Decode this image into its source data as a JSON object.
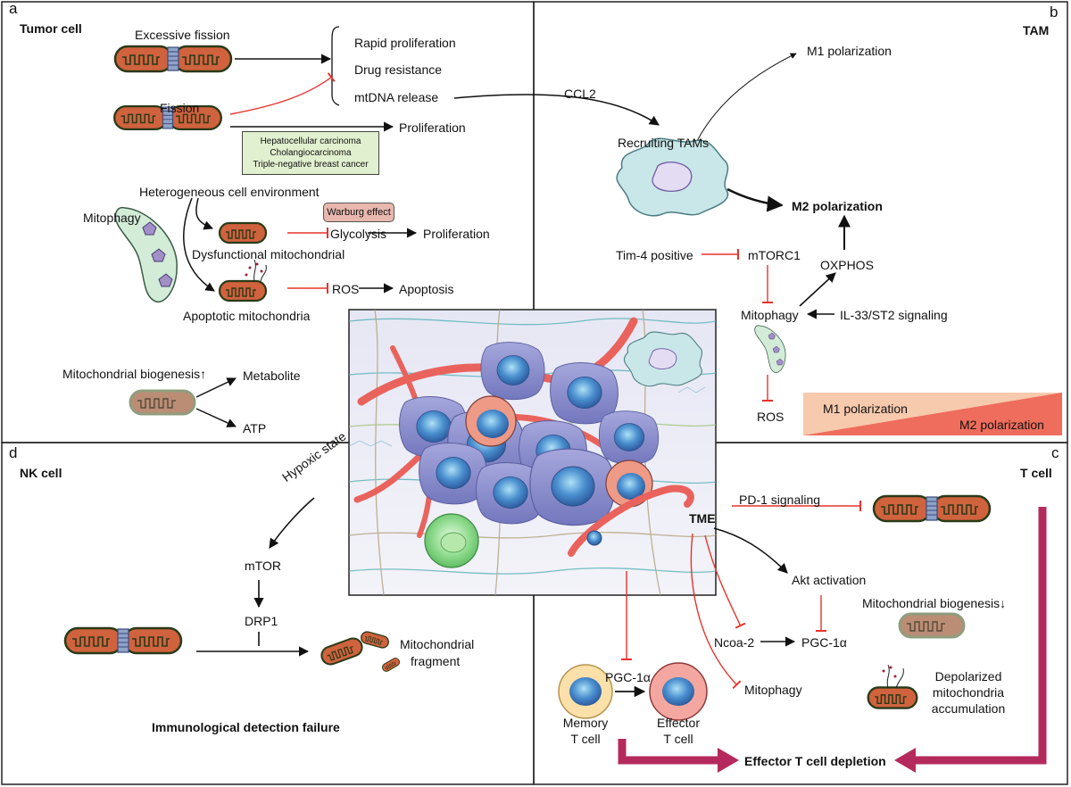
{
  "panels": {
    "a": {
      "letter": "a",
      "title": "Tumor cell"
    },
    "b": {
      "letter": "b",
      "title": "TAM"
    },
    "c": {
      "letter": "c",
      "title": "T cell"
    },
    "d": {
      "letter": "d",
      "title": "NK cell"
    }
  },
  "tumor": {
    "excessive_fission": "Excessive fission",
    "fission": "Fission",
    "rapid_proliferation": "Rapid proliferation",
    "drug_resistance": "Drug resistance",
    "mtdna_release": "mtDNA release",
    "proliferation": "Proliferation",
    "cancers": [
      "Hepatocellular carcinoma",
      "Cholangiocarcinoma",
      "Triple-negative breast cancer"
    ],
    "heterogeneous": "Heterogeneous cell environment",
    "mitophagy": "Mitophagy",
    "warburg": "Warburg effect",
    "glycolysis": "Glycolysis",
    "proliferation2": "Proliferation",
    "dysfunctional": "Dysfunctional mitochondrial",
    "ros": "ROS",
    "apoptosis": "Apoptosis",
    "apoptotic": "Apoptotic mitochondria",
    "biogenesis": "Mitochondrial biogenesis↑",
    "metabolite": "Metabolite",
    "atp": "ATP"
  },
  "tam": {
    "ccl2": "CCL2",
    "m1": "M1 polarization",
    "recruiting": "Recruiting TAMs",
    "m2": "M2 polarization",
    "tim4": "Tim-4 positive",
    "mtorc1": "mTORC1",
    "oxphos": "OXPHOS",
    "mitophagy": "Mitophagy",
    "il33": "IL-33/ST2 signaling",
    "ros": "ROS",
    "gradient_m1": "M1 polarization",
    "gradient_m2": "M2 polarization"
  },
  "nk": {
    "hypoxic": "Hypoxic state",
    "mtor": "mTOR",
    "drp1": "DRP1",
    "fragment_l1": "Mitochondrial",
    "fragment_l2": "fragment",
    "failure": "Immunological detection failure"
  },
  "tcell": {
    "tme": "TME",
    "pd1": "PD-1 signaling",
    "akt": "Akt activation",
    "biogenesis": "Mitochondrial biogenesis↓",
    "ncoa2": "Ncoa-2",
    "pgc1a_right": "PGC-1α",
    "pgc1a_left": "PGC-1α",
    "mitophagy": "Mitophagy",
    "depolarized": [
      "Depolarized",
      "mitochondria",
      "accumulation"
    ],
    "memory": [
      "Memory",
      "T cell"
    ],
    "effector": [
      "Effector",
      "T cell"
    ],
    "depletion": "Effector T cell depletion"
  },
  "colors": {
    "inhibit": "#e8322a",
    "mito_fill": "#d0623e",
    "mito_outline": "#2a3a18",
    "vessel": "#e9635c",
    "tumor_cell": "#8a8ccc",
    "nucleus": "#3c78bd",
    "depletion_arrow": "#b52a5c",
    "mitophagy_cell": "#d2ecd8",
    "tam_cell": "#c9e6e8"
  }
}
